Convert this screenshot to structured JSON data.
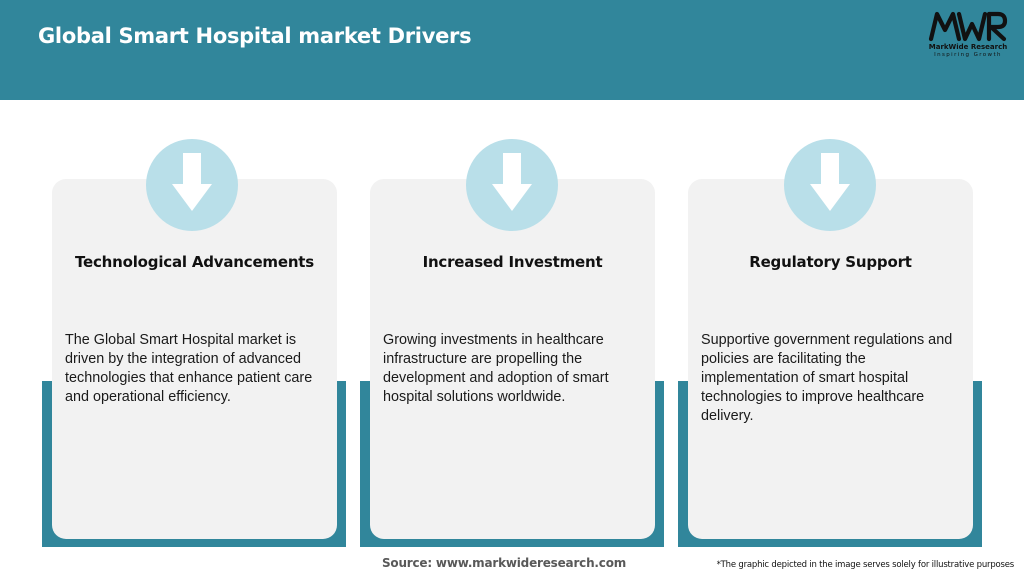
{
  "header": {
    "title": "Global Smart Hospital market Drivers",
    "background_color": "#31869b"
  },
  "logo": {
    "mark": "MWR",
    "name": "MarkWide Research",
    "tagline": "Inspiring Growth"
  },
  "cards": [
    {
      "icon": "arrow-down-icon",
      "title": "Technological Advancements",
      "text": "The Global Smart Hospital market is driven by the integration of advanced technologies that enhance patient care and operational efficiency."
    },
    {
      "icon": "arrow-down-icon",
      "title": "Increased Investment",
      "text": "Growing investments in healthcare infrastructure are propelling the development and adoption of smart hospital solutions worldwide."
    },
    {
      "icon": "arrow-down-icon",
      "title": "Regulatory Support",
      "text": "Supportive government regulations and policies are facilitating the implementation of smart hospital technologies to improve healthcare delivery."
    }
  ],
  "footer": {
    "source": "Source: www.markwideresearch.com",
    "disclaimer": "*The graphic depicted in the image serves solely for illustrative purposes"
  },
  "colors": {
    "accent": "#31869b",
    "icon_circle": "#b9dfe9",
    "card_background": "#f2f2f2"
  }
}
